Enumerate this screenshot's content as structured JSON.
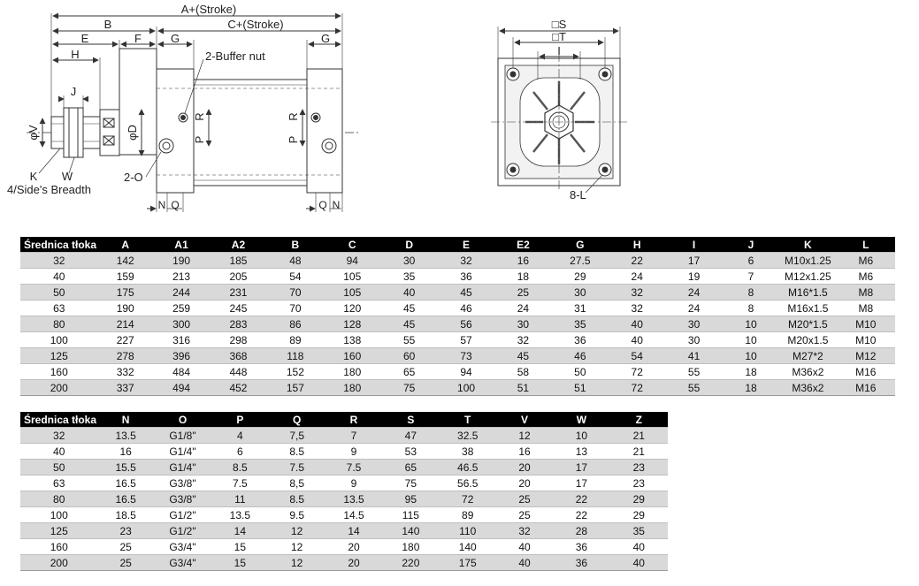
{
  "drawing_labels": {
    "a_stroke": "A+(Stroke)",
    "b": "B",
    "c_stroke": "C+(Stroke)",
    "e": "E",
    "f": "F",
    "g_left": "G",
    "g_right": "G",
    "h": "H",
    "buffer_nut": "2-Buffer nut",
    "j": "J",
    "phi_v": "φV",
    "phi_d": "φD",
    "p_left": "P",
    "r_left": "R",
    "p_right": "P",
    "r_right": "R",
    "k": "K",
    "w": "W",
    "side_breadth": "4/Side's Breadth",
    "two_o": "2-O",
    "n_left": "N",
    "q_left": "Q",
    "q_right": "Q",
    "n_right": "N",
    "s": "□S",
    "t": "□T",
    "i": "I",
    "eight_l": "8-L"
  },
  "table1": {
    "columns": [
      "Średnica tłoka",
      "A",
      "A1",
      "A2",
      "B",
      "C",
      "D",
      "E",
      "E2",
      "G",
      "H",
      "I",
      "J",
      "K",
      "L"
    ],
    "rows": [
      [
        "32",
        "142",
        "190",
        "185",
        "48",
        "94",
        "30",
        "32",
        "16",
        "27.5",
        "22",
        "17",
        "6",
        "M10x1.25",
        "M6"
      ],
      [
        "40",
        "159",
        "213",
        "205",
        "54",
        "105",
        "35",
        "36",
        "18",
        "29",
        "24",
        "19",
        "7",
        "M12x1.25",
        "M6"
      ],
      [
        "50",
        "175",
        "244",
        "231",
        "70",
        "105",
        "40",
        "45",
        "25",
        "30",
        "32",
        "24",
        "8",
        "M16*1.5",
        "M8"
      ],
      [
        "63",
        "190",
        "259",
        "245",
        "70",
        "120",
        "45",
        "46",
        "24",
        "31",
        "32",
        "24",
        "8",
        "M16x1.5",
        "M8"
      ],
      [
        "80",
        "214",
        "300",
        "283",
        "86",
        "128",
        "45",
        "56",
        "30",
        "35",
        "40",
        "30",
        "10",
        "M20*1.5",
        "M10"
      ],
      [
        "100",
        "227",
        "316",
        "298",
        "89",
        "138",
        "55",
        "57",
        "32",
        "36",
        "40",
        "30",
        "10",
        "M20x1.5",
        "M10"
      ],
      [
        "125",
        "278",
        "396",
        "368",
        "118",
        "160",
        "60",
        "73",
        "45",
        "46",
        "54",
        "41",
        "10",
        "M27*2",
        "M12"
      ],
      [
        "160",
        "332",
        "484",
        "448",
        "152",
        "180",
        "65",
        "94",
        "58",
        "50",
        "72",
        "55",
        "18",
        "M36x2",
        "M16"
      ],
      [
        "200",
        "337",
        "494",
        "452",
        "157",
        "180",
        "75",
        "100",
        "51",
        "51",
        "72",
        "55",
        "18",
        "M36x2",
        "M16"
      ]
    ]
  },
  "table2": {
    "columns": [
      "Średnica tłoka",
      "N",
      "O",
      "P",
      "Q",
      "R",
      "S",
      "T",
      "V",
      "W",
      "Z"
    ],
    "rows": [
      [
        "32",
        "13.5",
        "G1/8\"",
        "4",
        "7,5",
        "7",
        "47",
        "32.5",
        "12",
        "10",
        "21"
      ],
      [
        "40",
        "16",
        "G1/4\"",
        "6",
        "8.5",
        "9",
        "53",
        "38",
        "16",
        "13",
        "21"
      ],
      [
        "50",
        "15.5",
        "G1/4\"",
        "8.5",
        "7.5",
        "7.5",
        "65",
        "46.5",
        "20",
        "17",
        "23"
      ],
      [
        "63",
        "16.5",
        "G3/8\"",
        "7.5",
        "8,5",
        "9",
        "75",
        "56.5",
        "20",
        "17",
        "23"
      ],
      [
        "80",
        "16.5",
        "G3/8\"",
        "11",
        "8.5",
        "13.5",
        "95",
        "72",
        "25",
        "22",
        "29"
      ],
      [
        "100",
        "18.5",
        "G1/2\"",
        "13.5",
        "9.5",
        "14.5",
        "115",
        "89",
        "25",
        "22",
        "29"
      ],
      [
        "125",
        "23",
        "G1/2\"",
        "14",
        "12",
        "14",
        "140",
        "110",
        "32",
        "28",
        "35"
      ],
      [
        "160",
        "25",
        "G3/4\"",
        "15",
        "12",
        "20",
        "180",
        "140",
        "40",
        "36",
        "40"
      ],
      [
        "200",
        "25",
        "G3/4\"",
        "15",
        "12",
        "20",
        "220",
        "175",
        "40",
        "36",
        "40"
      ]
    ]
  }
}
